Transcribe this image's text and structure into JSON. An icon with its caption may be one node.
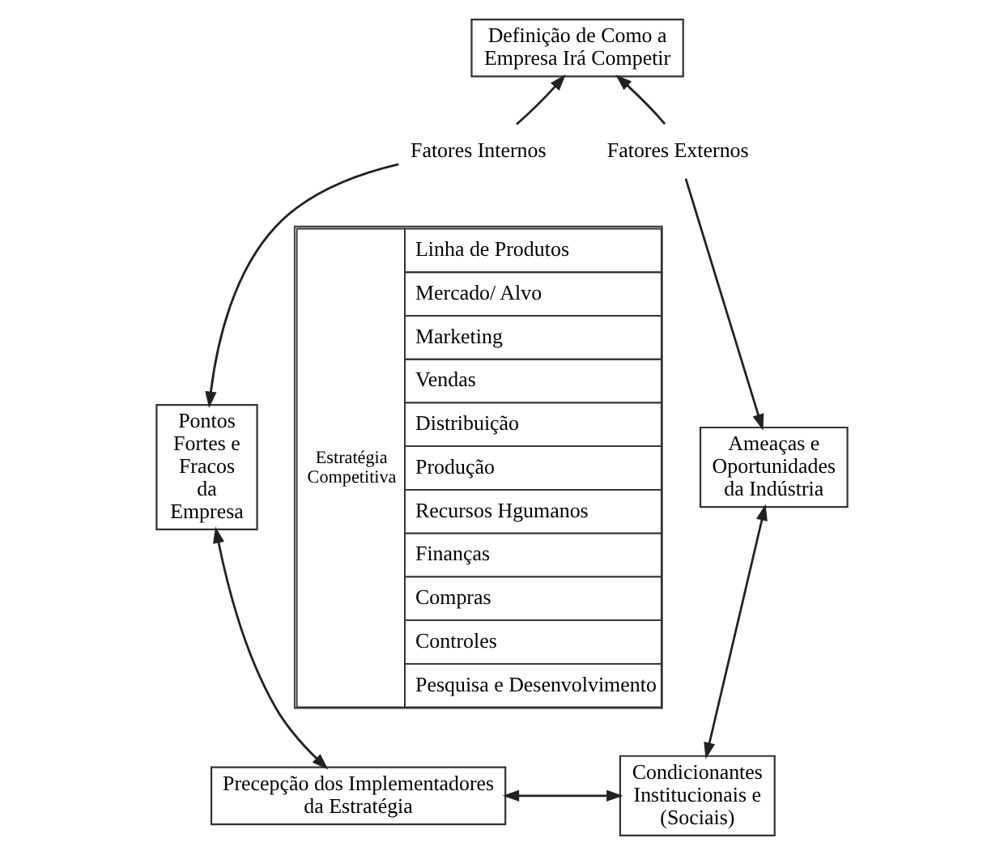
{
  "diagram": {
    "nodes": [
      {
        "text": [
          "Definição de Como a Empresa Irá Competir"
        ]
      },
      {
        "text": [
          "Fatores Internos"
        ]
      },
      {
        "text": [
          "Fatores Externos"
        ]
      },
      {
        "text": [
          "Pontos Fortes e Fracos da Empresa"
        ]
      },
      {
        "text": [
          "Estratégia Competitiva",
          "Linha de Produtos",
          "Mercado/ Alvo",
          "Marketing",
          "Vendas",
          "Distribuição",
          "Produção",
          "Recursos Hgumanos",
          "Finanças",
          "Compras",
          "Controles",
          "Pesquisa e Desenvolvimento"
        ]
      },
      {
        "text": [
          "Ameaças e Oportunidades da Indústria"
        ]
      },
      {
        "text": [
          "Precepção dos Implementadores da Estratégia"
        ]
      },
      {
        "text": [
          "Condicionantes Institucionais e (Sociais)"
        ]
      }
    ],
    "edges": [
      {
        "from": 1,
        "to": 0,
        "arrow": "to"
      },
      {
        "from": 2,
        "to": 0,
        "arrow": "to"
      },
      {
        "from": 1,
        "to": 3,
        "arrow": "to"
      },
      {
        "from": 2,
        "to": 5,
        "arrow": "to"
      },
      {
        "from": 3,
        "to": 6,
        "arrow": "both"
      },
      {
        "from": 5,
        "to": 7,
        "arrow": "both"
      },
      {
        "from": 6,
        "to": 7,
        "arrow": "both"
      }
    ]
  }
}
